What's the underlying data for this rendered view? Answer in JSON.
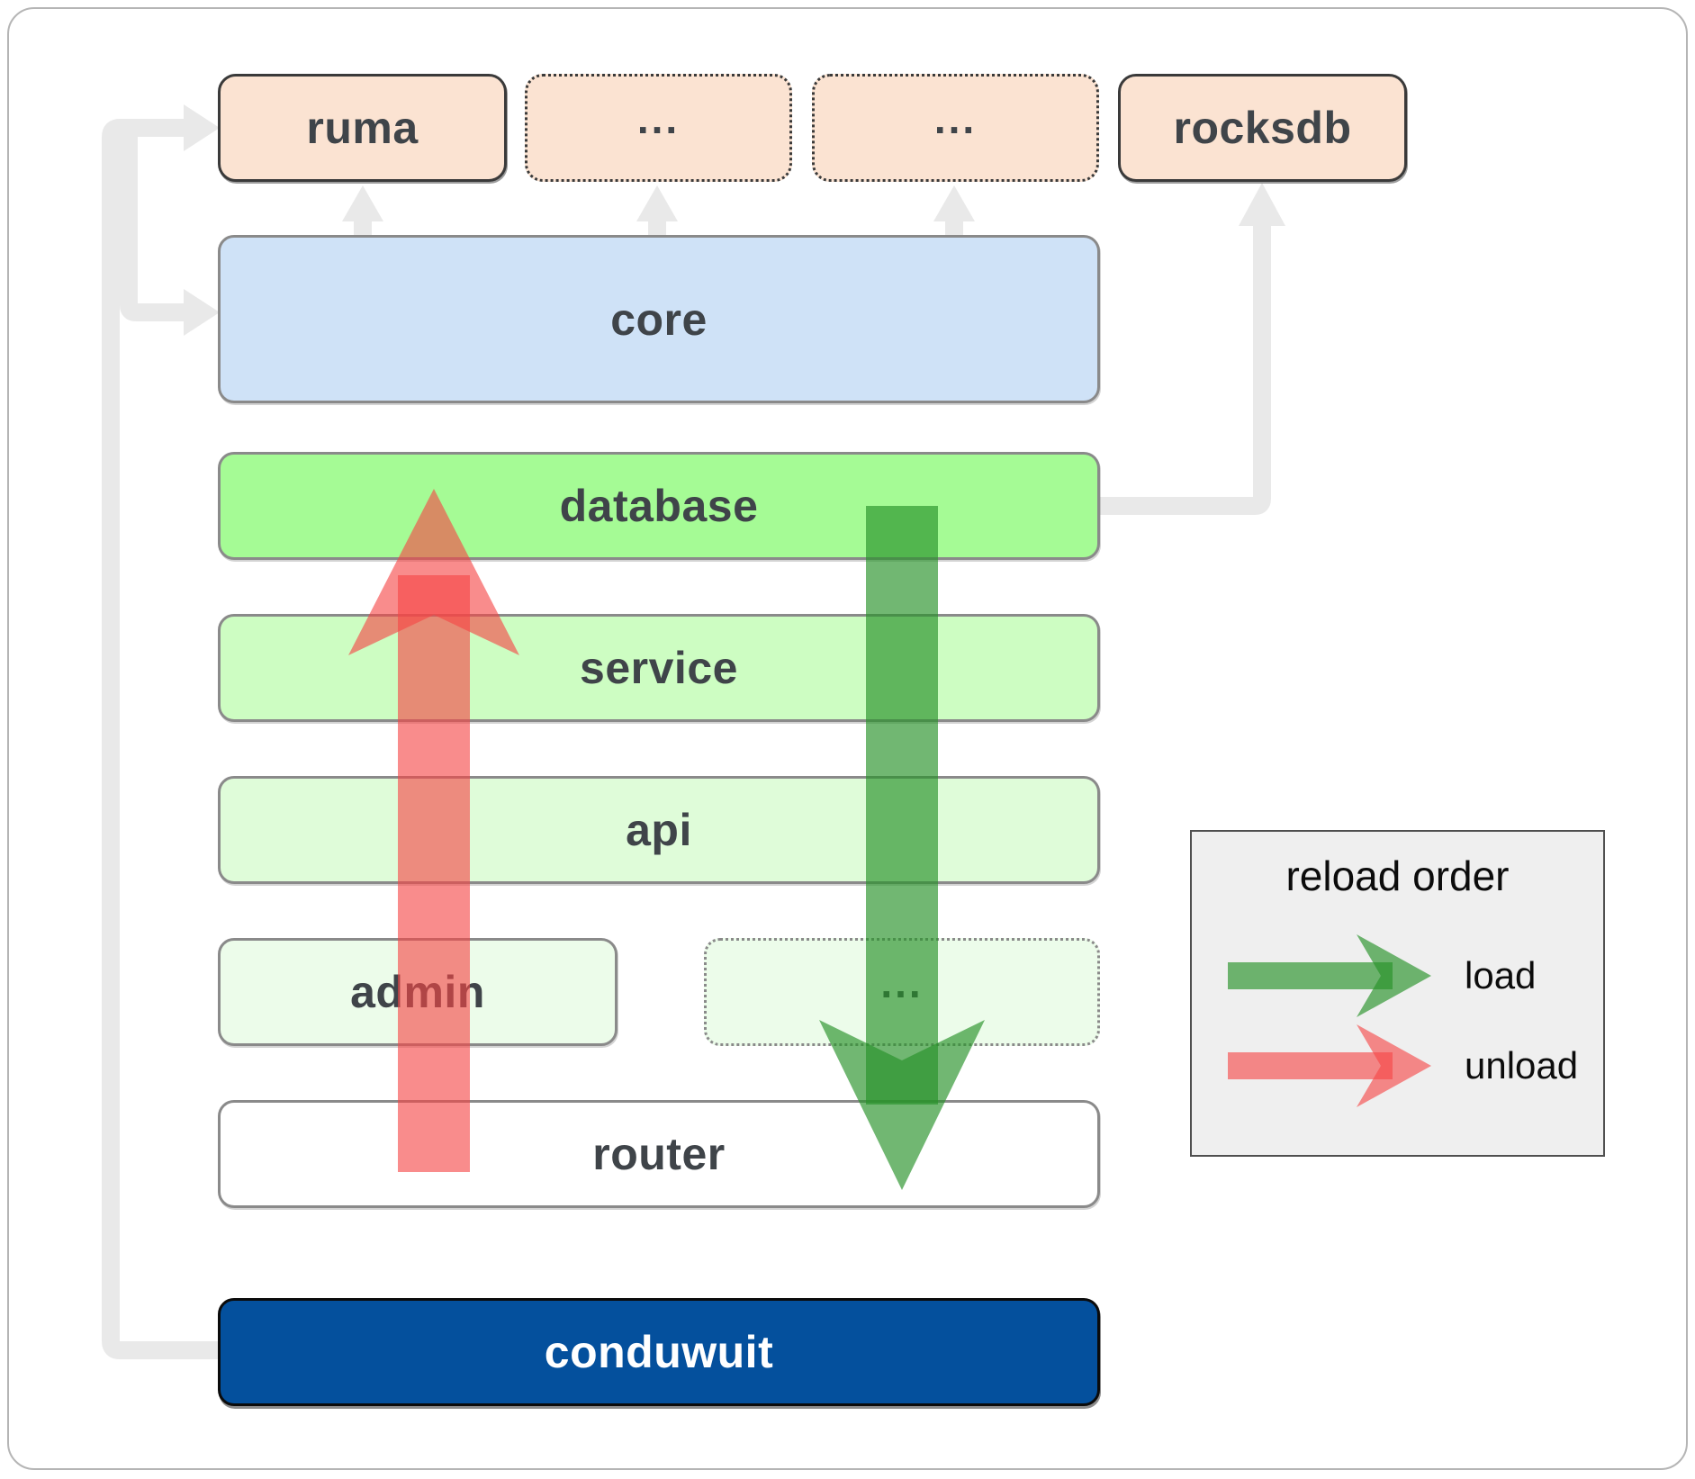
{
  "nodes": {
    "ruma": "ruma",
    "ext1": "...",
    "ext2": "...",
    "rocksdb": "rocksdb",
    "core": "core",
    "database": "database",
    "service": "service",
    "api": "api",
    "admin": "admin",
    "admin_ext": "...",
    "router": "router",
    "conduwuit": "conduwuit"
  },
  "legend": {
    "title": "reload order",
    "load": "load",
    "unload": "unload"
  },
  "colors": {
    "peach_fill": "#fbe3d2",
    "core_blue": "#cfe2f7",
    "database_green": "#a5fb95",
    "service_green": "#cdfdc2",
    "api_green": "#dffcd9",
    "admin_green": "#ecfcea",
    "conduwuit_navy": "#04509d",
    "load_arrow_green": "#289129",
    "unload_arrow_red": "#f64646",
    "connector_gray": "#e9e9e9"
  }
}
